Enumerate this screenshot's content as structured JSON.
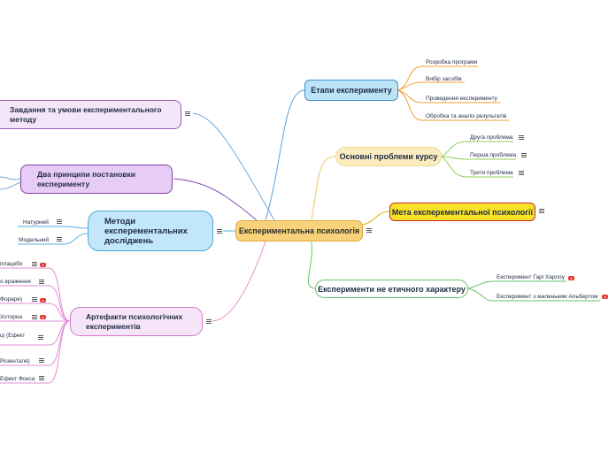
{
  "center": {
    "label": "Експериментальна психологія"
  },
  "etapy": {
    "label": "Етапи експерименту",
    "items": [
      "Розробка програми",
      "Вибір засобів",
      "Проведення експерименту",
      "Обробка та аналіз результатів"
    ]
  },
  "problemy": {
    "label": "Основні проблеми курсу",
    "items": [
      "Друга проблема",
      "Перша проблема",
      "Третя проблема"
    ]
  },
  "meta": {
    "label": "Мета експерементальної психології"
  },
  "neetychni": {
    "label": "Експерименти не етичного характеру",
    "items": [
      "Експеримент Гарі Харлоу",
      "Експеримент з маленьким Альбертом"
    ]
  },
  "zavdannia": {
    "label": "Завдання та умови експериментального методу"
  },
  "dva_pryntsypy": {
    "label": "Два принципи постановки експерименту"
  },
  "metody": {
    "label": "Методи експерементальних досліджень",
    "items": [
      "Натурний",
      "Модельний"
    ]
  },
  "artefakty": {
    "label": "Артефакти психологічних експериментів",
    "items": [
      "плацебо",
      "о враження",
      "Фораре)",
      "Хоторна",
      "ці (Ефект",
      "Розенталя)",
      "Ефект Фокса"
    ]
  }
}
